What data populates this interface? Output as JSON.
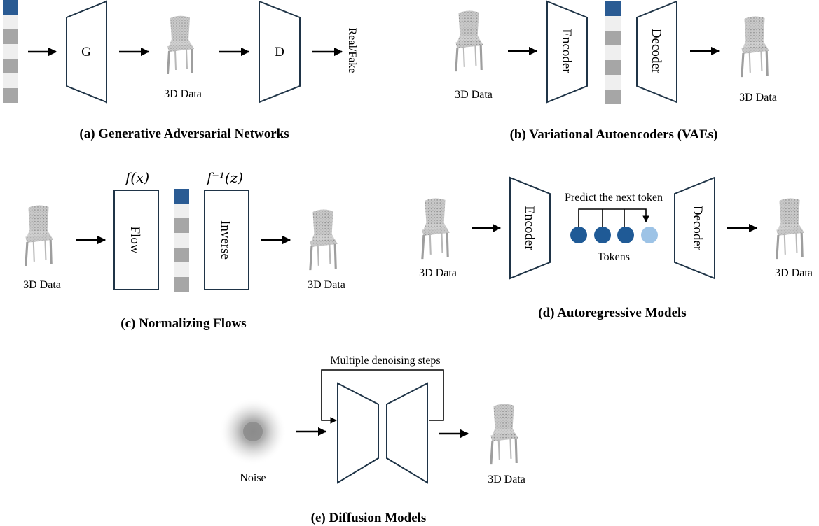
{
  "colors": {
    "latent_dark": "#2a5b93",
    "latent_mid": "#a6a6a6",
    "latent_light": "#efefef",
    "token_dark": "#1f5a96",
    "token_light": "#9dc3e6",
    "block_stroke": "#1f3447"
  },
  "icons": [
    "chair-point-cloud-icon",
    "noise-point-cloud-icon",
    "latent-vector-icon"
  ],
  "gan": {
    "generator": "G",
    "data_label": "3D Data",
    "discriminator": "D",
    "output": "Real/Fake",
    "caption": "(a) Generative Adversarial Networks"
  },
  "vae": {
    "input_label": "3D Data",
    "encoder": "Encoder",
    "decoder": "Decoder",
    "output_label": "3D Data",
    "caption": "(b) Variational Autoencoders (VAEs)"
  },
  "flow": {
    "input_label": "3D Data",
    "forward_math": "f(x)",
    "forward_block": "Flow",
    "inverse_math": "f⁻¹(z)",
    "inverse_block": "Inverse",
    "output_label": "3D Data",
    "caption": "(c) Normalizing Flows"
  },
  "ar": {
    "input_label": "3D Data",
    "encoder": "Encoder",
    "predict_label": "Predict the next token",
    "tokens_label": "Tokens",
    "decoder": "Decoder",
    "output_label": "3D Data",
    "caption": "(d) Autoregressive Models"
  },
  "diffusion": {
    "steps_label": "Multiple denoising steps",
    "noise_label": "Noise",
    "output_label": "3D Data",
    "caption": "(e) Diffusion Models"
  }
}
